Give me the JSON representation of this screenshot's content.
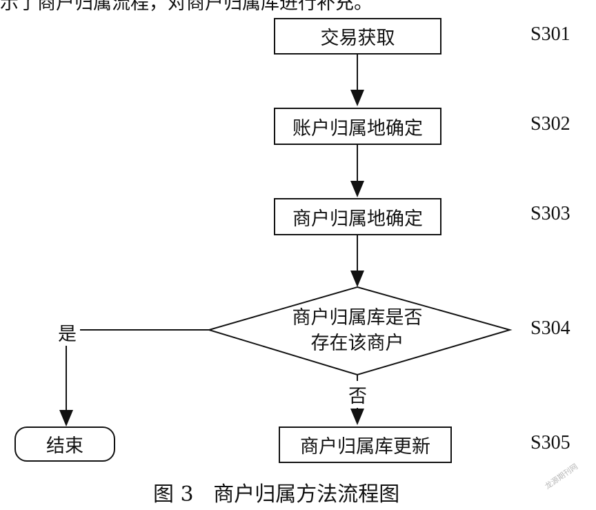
{
  "top_partial_text": "示了商户归属流程，对商户归属库进行补充。",
  "nodes": {
    "s301": {
      "label": "交易获取",
      "step": "S301"
    },
    "s302": {
      "label": "账户归属地确定",
      "step": "S302"
    },
    "s303": {
      "label": "商户归属地确定",
      "step": "S303"
    },
    "s304": {
      "line1": "商户归属库是否",
      "line2": "存在该商户",
      "step": "S304"
    },
    "s305": {
      "label": "商户归属库更新",
      "step": "S305"
    },
    "end": {
      "label": "结束"
    }
  },
  "branches": {
    "yes": "是",
    "no": "否"
  },
  "caption": "图 3   商户归属方法流程图",
  "watermark": "龙源期刊网"
}
